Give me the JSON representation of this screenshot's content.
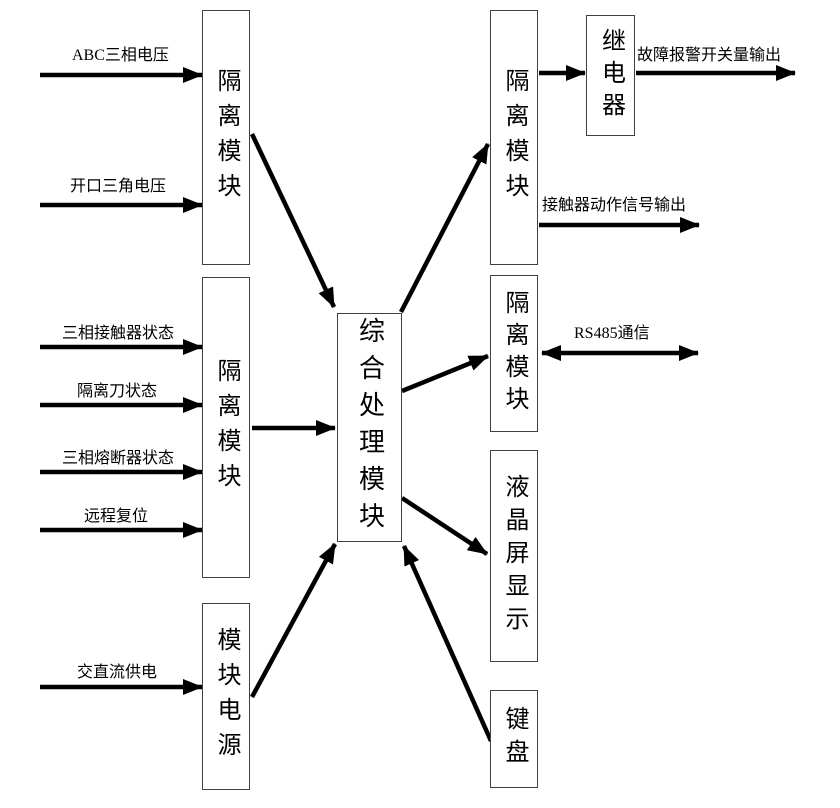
{
  "boxes": {
    "isolation_top_left": {
      "label": "隔离模块"
    },
    "isolation_mid_left": {
      "label": "隔离模块"
    },
    "module_power": {
      "label": "模块电源"
    },
    "central_processing": {
      "label": "综合处理模块"
    },
    "isolation_top_right": {
      "label": "隔离模块"
    },
    "relay": {
      "label": "继电器"
    },
    "isolation_mid_right": {
      "label": "隔离模块"
    },
    "lcd_display": {
      "label": "液晶屏显示"
    },
    "keyboard": {
      "label": "键盘"
    }
  },
  "signals": {
    "abc_three_phase_voltage": "ABC三相电压",
    "open_delta_voltage": "开口三角电压",
    "three_phase_contactor_status": "三相接触器状态",
    "isolation_switch_status": "隔离刀状态",
    "three_phase_fuse_status": "三相熔断器状态",
    "remote_reset": "远程复位",
    "ac_dc_power_supply": "交直流供电",
    "fault_alarm_switch_output": "故障报警开关量输出",
    "contactor_action_signal_output": "接触器动作信号输出",
    "rs485_communication": "RS485通信"
  },
  "colors": {
    "background": "#ffffff",
    "line": "#000000",
    "box_border": "#404040",
    "text": "#000000"
  }
}
